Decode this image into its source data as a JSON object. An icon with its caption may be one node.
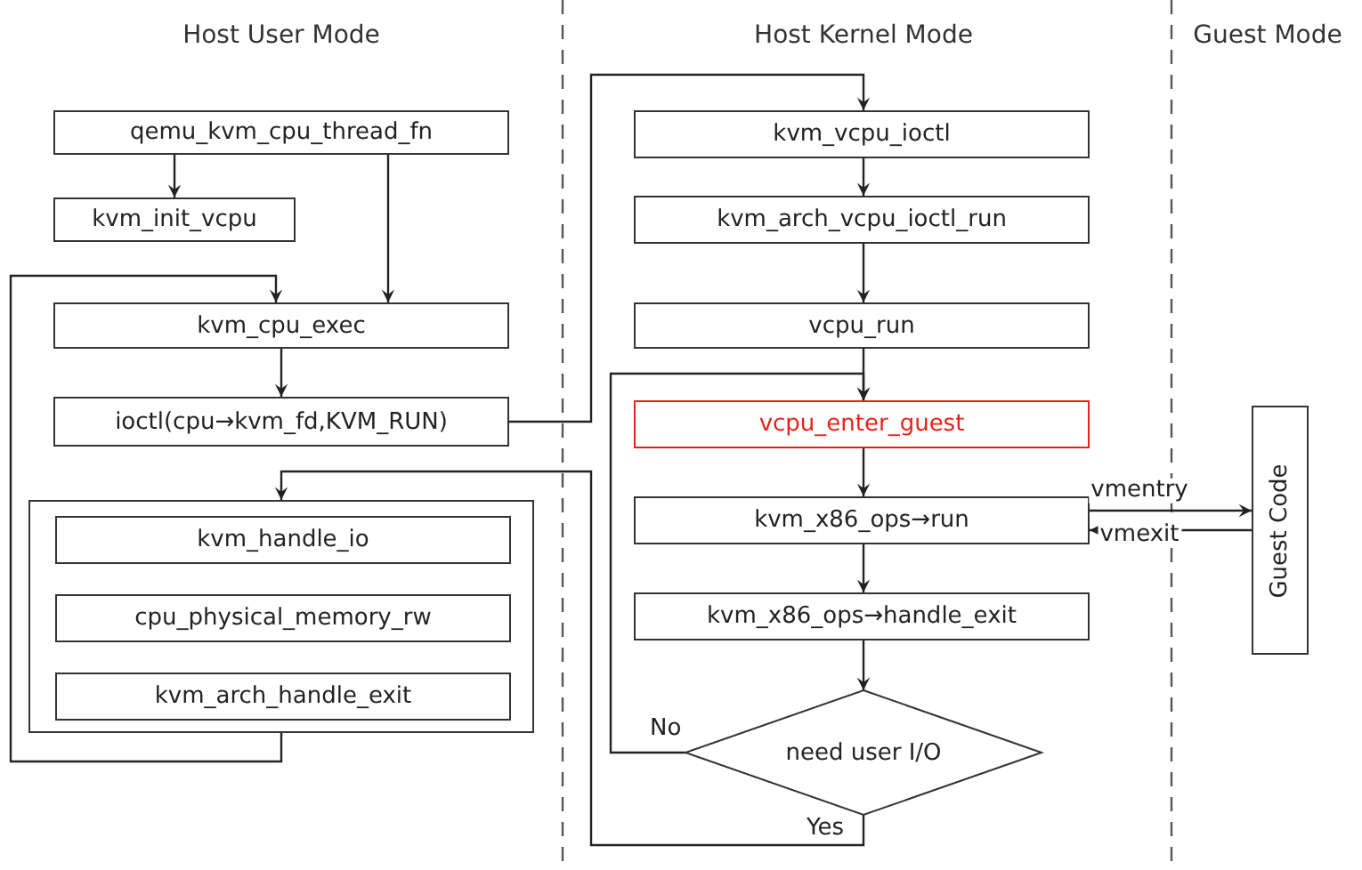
{
  "diagram": {
    "nodes": [
      {
        "text": [
          "qemu_kvm_cpu_thread_fn"
        ]
      },
      {
        "text": [
          "kvm_init_vcpu"
        ]
      },
      {
        "text": [
          "kvm_cpu_exec"
        ]
      },
      {
        "text": [
          "ioctl(cpu→kvm_fd,KVM_RUN)"
        ]
      },
      {
        "text": [],
        "shape": "box"
      },
      {
        "text": [
          "kvm_handle_io"
        ],
        "in": 4
      },
      {
        "text": [
          "cpu_physical_memory_rw"
        ],
        "in": 4
      },
      {
        "text": [
          "kvm_arch_handle_exit"
        ],
        "in": 4
      },
      {
        "text": [
          "kvm_vcpu_ioctl"
        ]
      },
      {
        "text": [
          "kvm_arch_vcpu_ioctl_run"
        ]
      },
      {
        "text": [
          "vcpu_run"
        ]
      },
      {
        "text": [
          "vcpu_enter_guest"
        ]
      },
      {
        "text": [
          "kvm_x86_ops→run"
        ]
      },
      {
        "text": [
          "kvm_x86_ops→handle_exit"
        ]
      },
      {
        "text": [
          "need user I/O"
        ]
      },
      {
        "text": [
          "Guest Code"
        ]
      }
    ],
    "edges": [
      {
        "from": 0,
        "to": 1,
        "arrow": "to"
      },
      {
        "from": 0,
        "to": 2,
        "arrow": "to"
      },
      {
        "from": 4,
        "to": 2,
        "arrow": "to"
      },
      {
        "from": 2,
        "to": 3,
        "arrow": "to"
      },
      {
        "from": 3,
        "to": 8,
        "arrow": "to"
      },
      {
        "from": 8,
        "to": 9,
        "arrow": "to"
      },
      {
        "from": 9,
        "to": 10,
        "arrow": "to"
      },
      {
        "from": 10,
        "to": 11,
        "arrow": "to"
      },
      {
        "from": 11,
        "to": 12,
        "arrow": "to"
      },
      {
        "from": 12,
        "to": 13,
        "arrow": "to"
      },
      {
        "from": 13,
        "to": 14,
        "arrow": "to"
      },
      {
        "from": 12,
        "to": 15,
        "arrow": "to",
        "label": "vmentry"
      },
      {
        "from": 15,
        "to": 12,
        "arrow": "to",
        "label": "vmexit"
      },
      {
        "from": 14,
        "to": 11,
        "arrow": "to",
        "label": "No"
      },
      {
        "from": 14,
        "to": 4,
        "arrow": "to",
        "label": "Yes"
      }
    ],
    "labels": [
      "Host User Mode",
      "Host Kernel Mode",
      "Guest Mode"
    ]
  }
}
